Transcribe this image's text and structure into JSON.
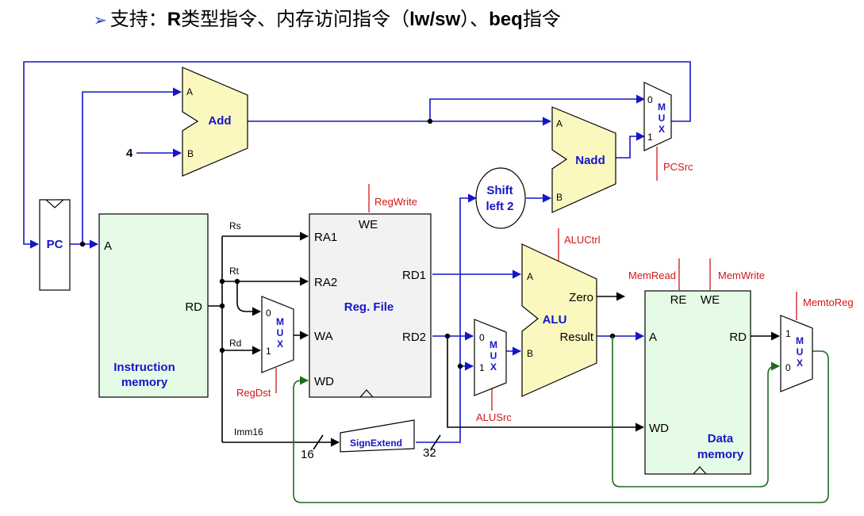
{
  "header": {
    "bullet": "➢",
    "prefix": "支持：",
    "r_letter": "R",
    "middle": "类型指令、内存访问指令（",
    "lwsw": "lw/sw",
    "close": "）、",
    "beq": "beq",
    "suffix": "指令"
  },
  "pc": {
    "label": "PC"
  },
  "add": {
    "label": "Add",
    "in_a": "A",
    "in_b": "B",
    "const": "4"
  },
  "nadd": {
    "label": "Nadd",
    "in_a": "A",
    "in_b": "B"
  },
  "pc_mux": {
    "l0": "0",
    "l1": "1",
    "m": "M",
    "u": "U",
    "x": "X",
    "ctrl": "PCSrc"
  },
  "shift": {
    "line1": "Shift",
    "line2": "left 2"
  },
  "imem": {
    "label_line1": "Instruction",
    "label_line2": "memory",
    "port_a": "A",
    "port_rd": "RD"
  },
  "fields": {
    "rs": "Rs",
    "rt": "Rt",
    "rd": "Rd",
    "imm": "Imm16"
  },
  "regdst_mux": {
    "l0": "0",
    "l1": "1",
    "m": "M",
    "u": "U",
    "x": "X",
    "ctrl": "RegDst"
  },
  "regfile": {
    "label": "Reg. File",
    "we": "WE",
    "ra1": "RA1",
    "ra2": "RA2",
    "wa": "WA",
    "wd": "WD",
    "rd1": "RD1",
    "rd2": "RD2",
    "ctrl": "RegWrite"
  },
  "alusrc_mux": {
    "l0": "0",
    "l1": "1",
    "m": "M",
    "u": "U",
    "x": "X",
    "ctrl": "ALUSrc"
  },
  "alu": {
    "label": "ALU",
    "in_a": "A",
    "in_b": "B",
    "zero": "Zero",
    "result": "Result",
    "ctrl": "ALUCtrl"
  },
  "signext": {
    "label": "SignExtend",
    "in_width": "16",
    "out_width": "32"
  },
  "dmem": {
    "label_line1": "Data",
    "label_line2": "memory",
    "re": "RE",
    "we": "WE",
    "port_a": "A",
    "port_rd": "RD",
    "port_wd": "WD",
    "ctrl_read": "MemRead",
    "ctrl_write": "MemWrite"
  },
  "memtoreg_mux": {
    "l0": "0",
    "l1": "1",
    "m": "M",
    "u": "U",
    "x": "X",
    "ctrl": "MemtoReg"
  },
  "colors": {
    "blue_wire": "#1515c8",
    "green_wire": "#1e6b1e",
    "control": "#d01818",
    "adder_fill": "#fbf8bf",
    "memory_fill": "#e6fbe6",
    "regfile_fill": "#f2f2f2"
  }
}
